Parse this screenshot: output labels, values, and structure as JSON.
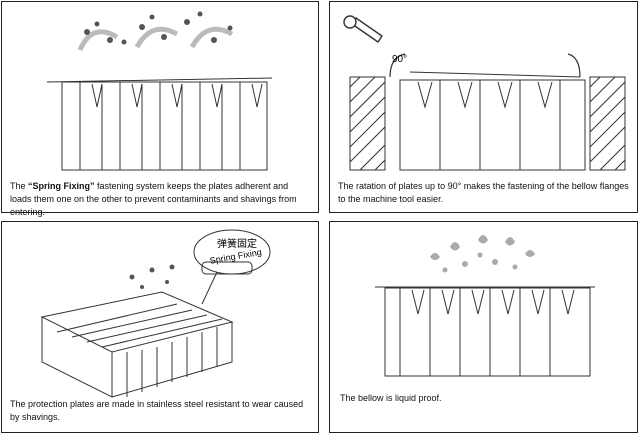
{
  "panels": [
    {
      "caption_part1": "The ",
      "caption_em": "“Spring Fixing”",
      "caption_part2": " fastening system keeps the plates adherent and loads them one on the other to prevent contaminants and shavings from entering."
    },
    {
      "angle_label": "90°",
      "caption_part1": "The ratation of plates up to 90°",
      "caption_part2": " makes the fastening of the bellow flanges to the machine tool easier."
    },
    {
      "callout_chinese": "弹簧固定",
      "callout_english": "Spring Fixing",
      "caption": "The protection plates are made in stainless steel resistant to wear caused by shavings."
    },
    {
      "caption": "The bellow is liquid proof."
    }
  ],
  "colors": {
    "border": "#222222",
    "line": "#333333",
    "arrow": "#bbbbbb",
    "spray": "#aaaaaa"
  }
}
